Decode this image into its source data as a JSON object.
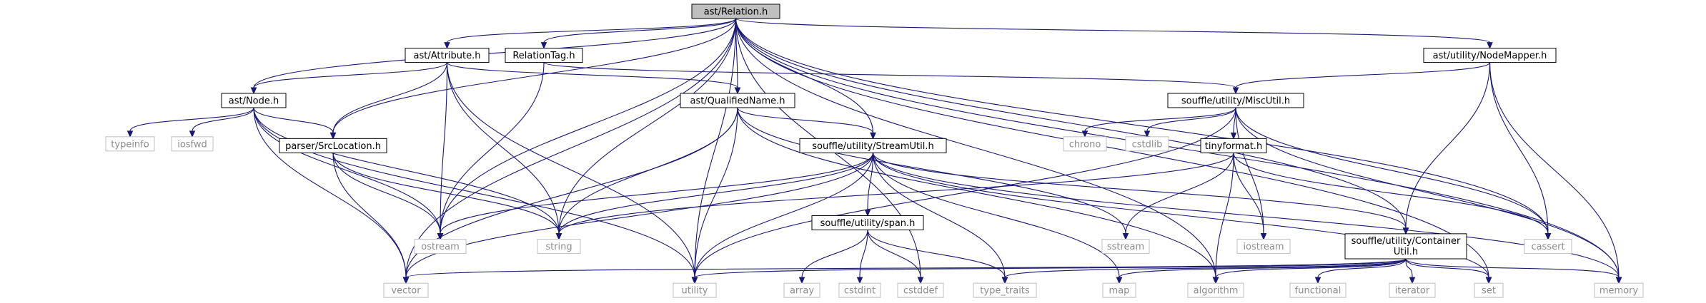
{
  "graph": {
    "title": "ast/Relation.h",
    "colors": {
      "edge": "#191970",
      "root_fill": "#bfbfbf",
      "external_border": "#bfbfbf",
      "external_text": "#8c8c8c"
    },
    "nodes": [
      {
        "id": "relation",
        "label": "ast/Relation.h",
        "kind": "root"
      },
      {
        "id": "attribute",
        "label": "ast/Attribute.h",
        "kind": "header"
      },
      {
        "id": "relationtag",
        "label": "RelationTag.h",
        "kind": "header"
      },
      {
        "id": "nodemapper",
        "label": "ast/utility/NodeMapper.h",
        "kind": "header"
      },
      {
        "id": "node",
        "label": "ast/Node.h",
        "kind": "header"
      },
      {
        "id": "qualifiedname",
        "label": "ast/QualifiedName.h",
        "kind": "header"
      },
      {
        "id": "miscutil",
        "label": "souffle/utility/MiscUtil.h",
        "kind": "header"
      },
      {
        "id": "typeinfo",
        "label": "typeinfo",
        "kind": "system"
      },
      {
        "id": "iosfwd",
        "label": "iosfwd",
        "kind": "system"
      },
      {
        "id": "srclocation",
        "label": "parser/SrcLocation.h",
        "kind": "header"
      },
      {
        "id": "streamutil",
        "label": "souffle/utility/StreamUtil.h",
        "kind": "header"
      },
      {
        "id": "chrono",
        "label": "chrono",
        "kind": "system"
      },
      {
        "id": "cstdlib",
        "label": "cstdlib",
        "kind": "system"
      },
      {
        "id": "tinyformat",
        "label": "tinyformat.h",
        "kind": "header"
      },
      {
        "id": "ostream",
        "label": "ostream",
        "kind": "system"
      },
      {
        "id": "string",
        "label": "string",
        "kind": "system"
      },
      {
        "id": "sstream",
        "label": "sstream",
        "kind": "system"
      },
      {
        "id": "iostream",
        "label": "iostream",
        "kind": "system"
      },
      {
        "id": "containerutil",
        "label": "souffle/utility/Container",
        "label2": "Util.h",
        "kind": "header"
      },
      {
        "id": "cassert",
        "label": "cassert",
        "kind": "system"
      },
      {
        "id": "span",
        "label": "souffle/utility/span.h",
        "kind": "header"
      },
      {
        "id": "vector",
        "label": "vector",
        "kind": "system"
      },
      {
        "id": "utility",
        "label": "utility",
        "kind": "system"
      },
      {
        "id": "array",
        "label": "array",
        "kind": "system"
      },
      {
        "id": "cstdint",
        "label": "cstdint",
        "kind": "system"
      },
      {
        "id": "cstddef",
        "label": "cstddef",
        "kind": "system"
      },
      {
        "id": "type_traits",
        "label": "type_traits",
        "kind": "system"
      },
      {
        "id": "map",
        "label": "map",
        "kind": "system"
      },
      {
        "id": "algorithm",
        "label": "algorithm",
        "kind": "system"
      },
      {
        "id": "functional",
        "label": "functional",
        "kind": "system"
      },
      {
        "id": "iterator",
        "label": "iterator",
        "kind": "system"
      },
      {
        "id": "set",
        "label": "set",
        "kind": "system"
      },
      {
        "id": "memory",
        "label": "memory",
        "kind": "system"
      }
    ],
    "edges": [
      [
        "relation",
        "attribute"
      ],
      [
        "relation",
        "relationtag"
      ],
      [
        "relation",
        "nodemapper"
      ],
      [
        "relation",
        "node"
      ],
      [
        "relation",
        "qualifiedname"
      ],
      [
        "relation",
        "srclocation"
      ],
      [
        "relation",
        "streamutil"
      ],
      [
        "relation",
        "string"
      ],
      [
        "relation",
        "utility"
      ],
      [
        "relation",
        "vector"
      ],
      [
        "relation",
        "ostream"
      ],
      [
        "relation",
        "cstddef"
      ],
      [
        "relation",
        "containerutil"
      ],
      [
        "relation",
        "algorithm"
      ],
      [
        "relation",
        "cassert"
      ],
      [
        "relation",
        "set"
      ],
      [
        "relation",
        "memory"
      ],
      [
        "attribute",
        "node"
      ],
      [
        "attribute",
        "qualifiedname"
      ],
      [
        "attribute",
        "srclocation"
      ],
      [
        "attribute",
        "ostream"
      ],
      [
        "attribute",
        "string"
      ],
      [
        "attribute",
        "utility"
      ],
      [
        "relationtag",
        "miscutil"
      ],
      [
        "relationtag",
        "ostream"
      ],
      [
        "nodemapper",
        "miscutil"
      ],
      [
        "nodemapper",
        "containerutil"
      ],
      [
        "nodemapper",
        "cassert"
      ],
      [
        "nodemapper",
        "memory"
      ],
      [
        "node",
        "typeinfo"
      ],
      [
        "node",
        "iosfwd"
      ],
      [
        "node",
        "srclocation"
      ],
      [
        "node",
        "string"
      ],
      [
        "node",
        "ostream"
      ],
      [
        "node",
        "vector"
      ],
      [
        "node",
        "utility"
      ],
      [
        "qualifiedname",
        "streamutil"
      ],
      [
        "qualifiedname",
        "string"
      ],
      [
        "qualifiedname",
        "vector"
      ],
      [
        "qualifiedname",
        "utility"
      ],
      [
        "qualifiedname",
        "sstream"
      ],
      [
        "qualifiedname",
        "algorithm"
      ],
      [
        "miscutil",
        "chrono"
      ],
      [
        "miscutil",
        "cstdlib"
      ],
      [
        "miscutil",
        "tinyformat"
      ],
      [
        "miscutil",
        "iostream"
      ],
      [
        "miscutil",
        "utility"
      ],
      [
        "miscutil",
        "cassert"
      ],
      [
        "miscutil",
        "memory"
      ],
      [
        "srclocation",
        "ostream"
      ],
      [
        "srclocation",
        "string"
      ],
      [
        "srclocation",
        "vector"
      ],
      [
        "streamutil",
        "span"
      ],
      [
        "streamutil",
        "containerutil"
      ],
      [
        "streamutil",
        "ostream"
      ],
      [
        "streamutil",
        "string"
      ],
      [
        "streamutil",
        "vector"
      ],
      [
        "streamutil",
        "utility"
      ],
      [
        "streamutil",
        "type_traits"
      ],
      [
        "streamutil",
        "map"
      ],
      [
        "streamutil",
        "set"
      ],
      [
        "streamutil",
        "memory"
      ],
      [
        "tinyformat",
        "string"
      ],
      [
        "tinyformat",
        "sstream"
      ],
      [
        "tinyformat",
        "iostream"
      ],
      [
        "tinyformat",
        "algorithm"
      ],
      [
        "tinyformat",
        "cassert"
      ],
      [
        "containerutil",
        "vector"
      ],
      [
        "containerutil",
        "utility"
      ],
      [
        "containerutil",
        "type_traits"
      ],
      [
        "containerutil",
        "map"
      ],
      [
        "containerutil",
        "algorithm"
      ],
      [
        "containerutil",
        "functional"
      ],
      [
        "containerutil",
        "iterator"
      ],
      [
        "containerutil",
        "set"
      ],
      [
        "containerutil",
        "memory"
      ],
      [
        "span",
        "array"
      ],
      [
        "span",
        "cstdint"
      ],
      [
        "span",
        "cstddef"
      ],
      [
        "span",
        "type_traits"
      ]
    ]
  }
}
